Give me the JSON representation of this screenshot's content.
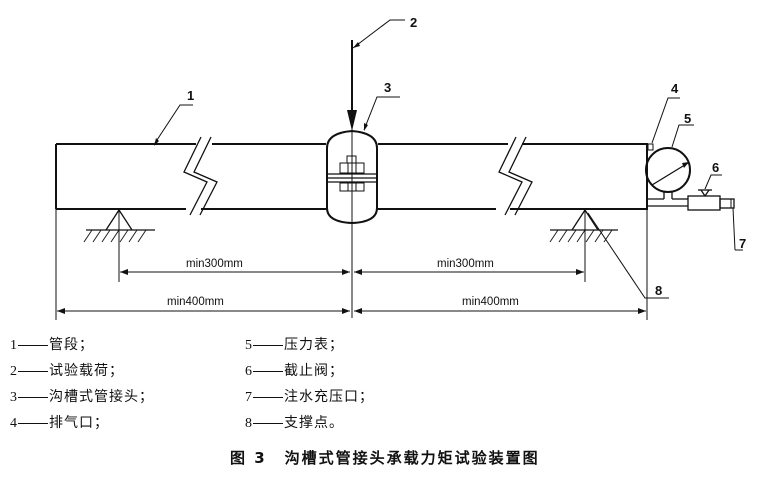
{
  "figure": {
    "callouts": [
      "1",
      "2",
      "3",
      "4",
      "5",
      "6",
      "7",
      "8"
    ],
    "dimensions": {
      "left_inner": "min300mm",
      "right_inner": "min300mm",
      "left_outer": "min400mm",
      "right_outer": "min400mm"
    }
  },
  "legend": {
    "left": [
      {
        "key": "1",
        "text": "管段；"
      },
      {
        "key": "2",
        "text": "试验载荷；"
      },
      {
        "key": "3",
        "text": "沟槽式管接头；"
      },
      {
        "key": "4",
        "text": "排气口；"
      }
    ],
    "right": [
      {
        "key": "5",
        "text": "压力表；"
      },
      {
        "key": "6",
        "text": "截止阀；"
      },
      {
        "key": "7",
        "text": "注水充压口；"
      },
      {
        "key": "8",
        "text": "支撑点。"
      }
    ]
  },
  "caption": {
    "figure_label": "图 3",
    "title": "沟槽式管接头承载力矩试验装置图"
  }
}
